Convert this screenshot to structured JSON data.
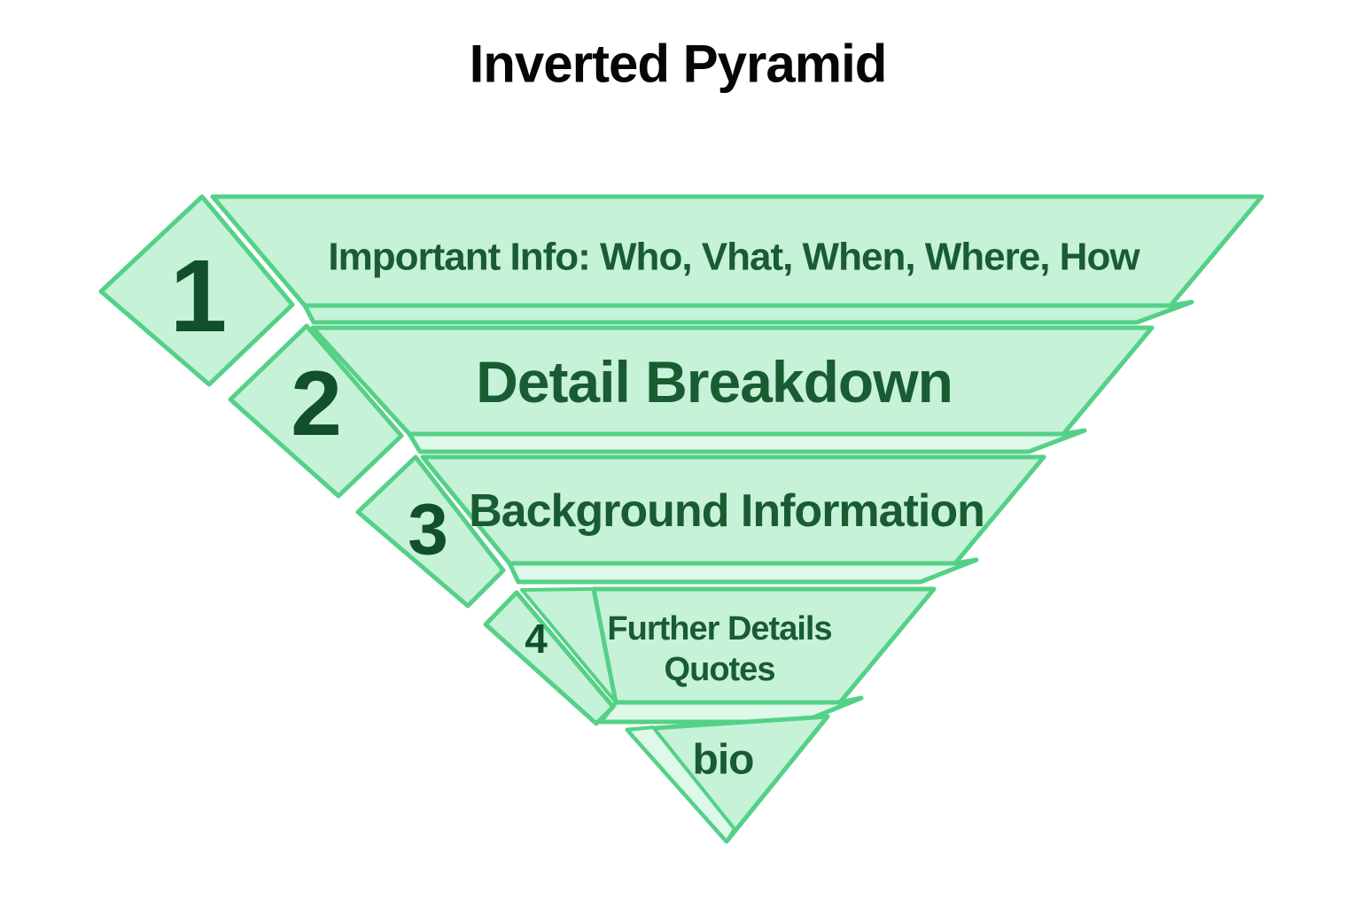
{
  "title": "Inverted Pyramid",
  "colors": {
    "face": "#c6f2d8",
    "bevel": "#def8e9",
    "stroke": "#54d187",
    "label_text": "#1a5c32",
    "number_text": "#11502a",
    "title_text": "#060606",
    "background": "#ffffff"
  },
  "layers": [
    {
      "number": "1",
      "label": "Important Info: Who, Vhat, When, Where, How"
    },
    {
      "number": "2",
      "label": "Detail Breakdown"
    },
    {
      "number": "3",
      "label": "Background Information"
    },
    {
      "number": "4",
      "label": "Further Details",
      "label_line2": "Quotes"
    },
    {
      "number": "",
      "label": "bio"
    }
  ]
}
